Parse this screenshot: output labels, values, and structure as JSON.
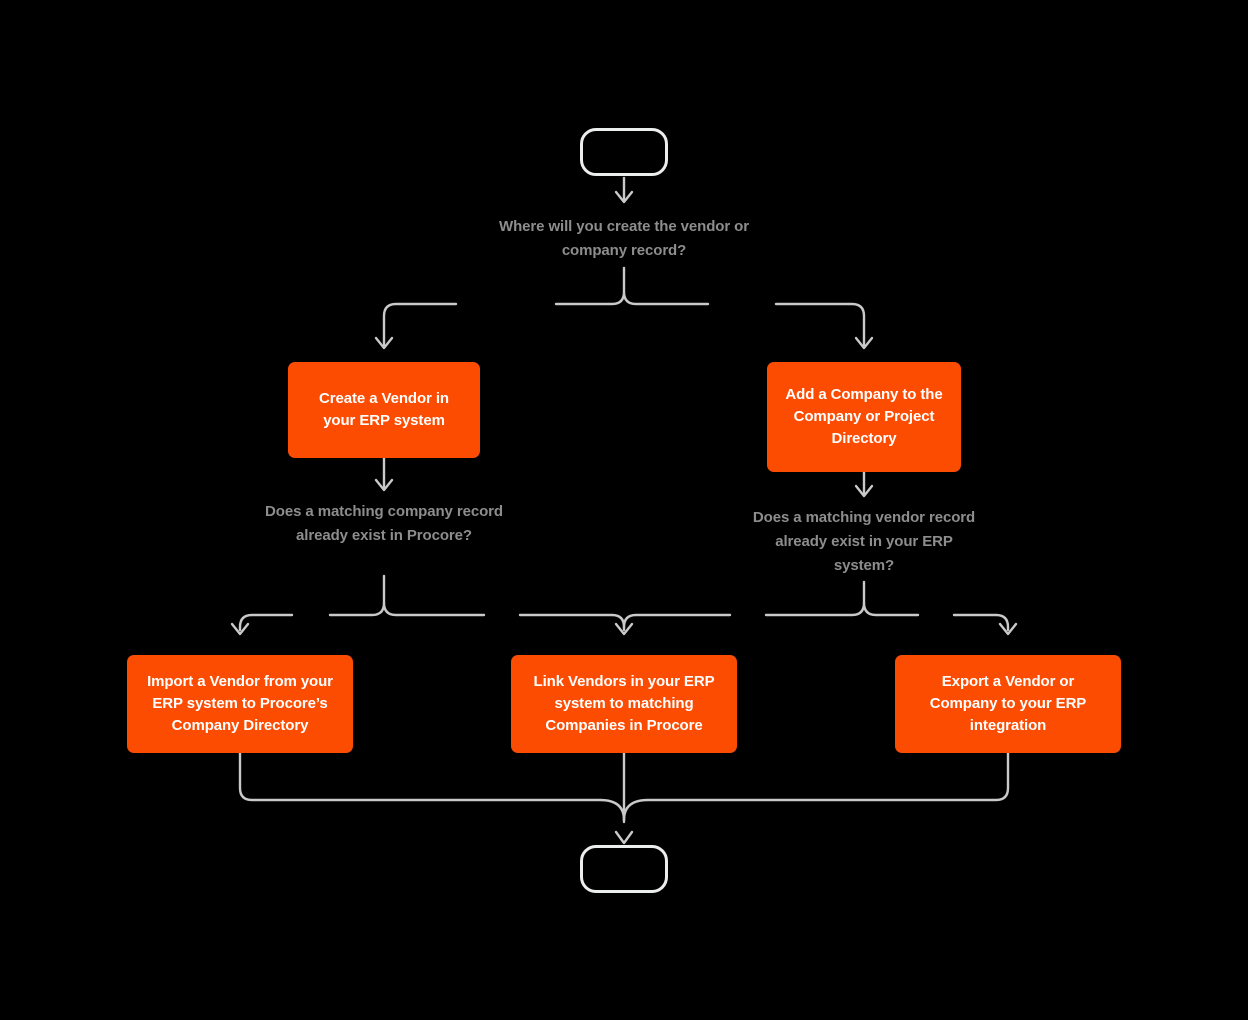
{
  "diagram": {
    "title": "Vendor and Company Record Creation Flow",
    "background_color": "#000000",
    "accent_color": "#fc4c02",
    "wire_color": "#c9c9c9",
    "decision_text_color": "#8d8d8d",
    "terminal_stroke_color": "#eceded"
  },
  "nodes": {
    "start": {
      "label": "",
      "type": "terminal"
    },
    "end": {
      "label": "",
      "type": "terminal"
    },
    "decision_1": {
      "type": "decision",
      "text": "Where will you create the vendor or company record?"
    },
    "process_create_vendor": {
      "type": "process",
      "text": "Create a Vendor in your ERP system"
    },
    "process_add_company": {
      "type": "process",
      "text": "Add a Company to the Company or Project Directory"
    },
    "decision_2_left": {
      "type": "decision",
      "text": "Does a matching company record already exist in Procore?"
    },
    "decision_2_right": {
      "type": "decision",
      "text": "Does a matching vendor record already exist in your ERP system?"
    },
    "process_import_vendor": {
      "type": "process",
      "text": "Import a Vendor from your ERP system to Procore’s Company Directory"
    },
    "process_link_vendors": {
      "type": "process",
      "text": "Link Vendors in your ERP system to matching Companies in Procore"
    },
    "process_export_vendor": {
      "type": "process",
      "text": "Export a Vendor or Company to your ERP integration"
    }
  }
}
